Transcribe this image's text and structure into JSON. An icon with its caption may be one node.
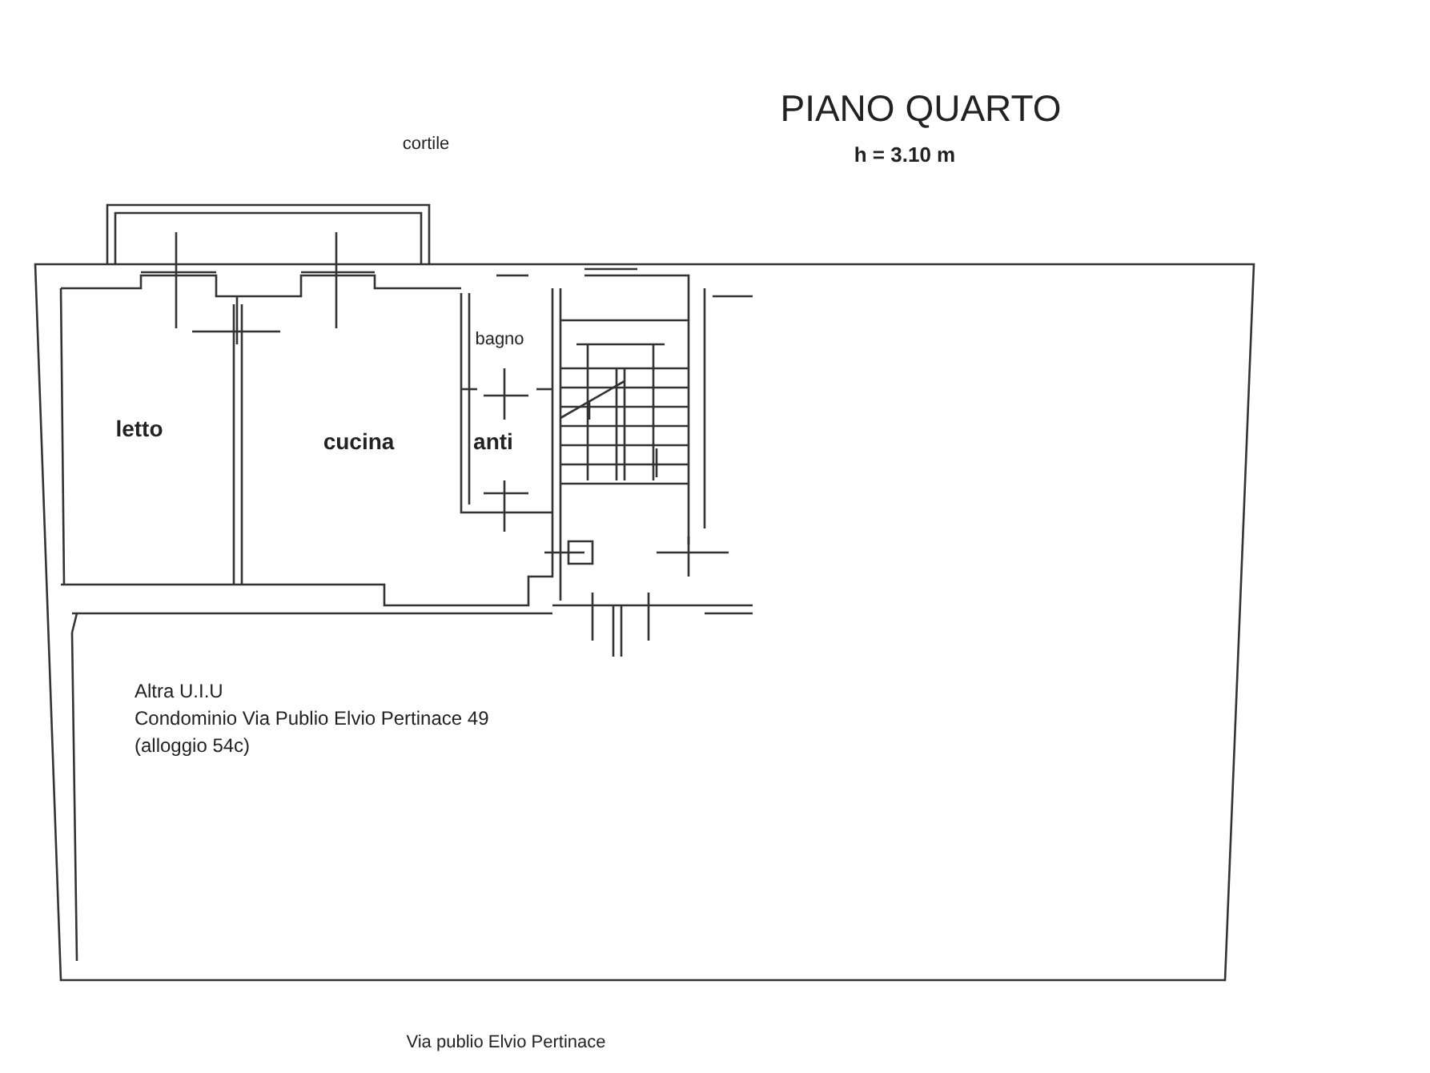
{
  "diagram": {
    "title": "PIANO QUARTO",
    "labels": [
      "h = 3.10 m",
      "cortile",
      "bagno",
      "letto",
      "cucina",
      "anti",
      "Altra U.I.U",
      "Condominio Via Publio Elvio Pertinace 49",
      "(alloggio 54c)",
      "Via publio Elvio Pertinace"
    ]
  }
}
